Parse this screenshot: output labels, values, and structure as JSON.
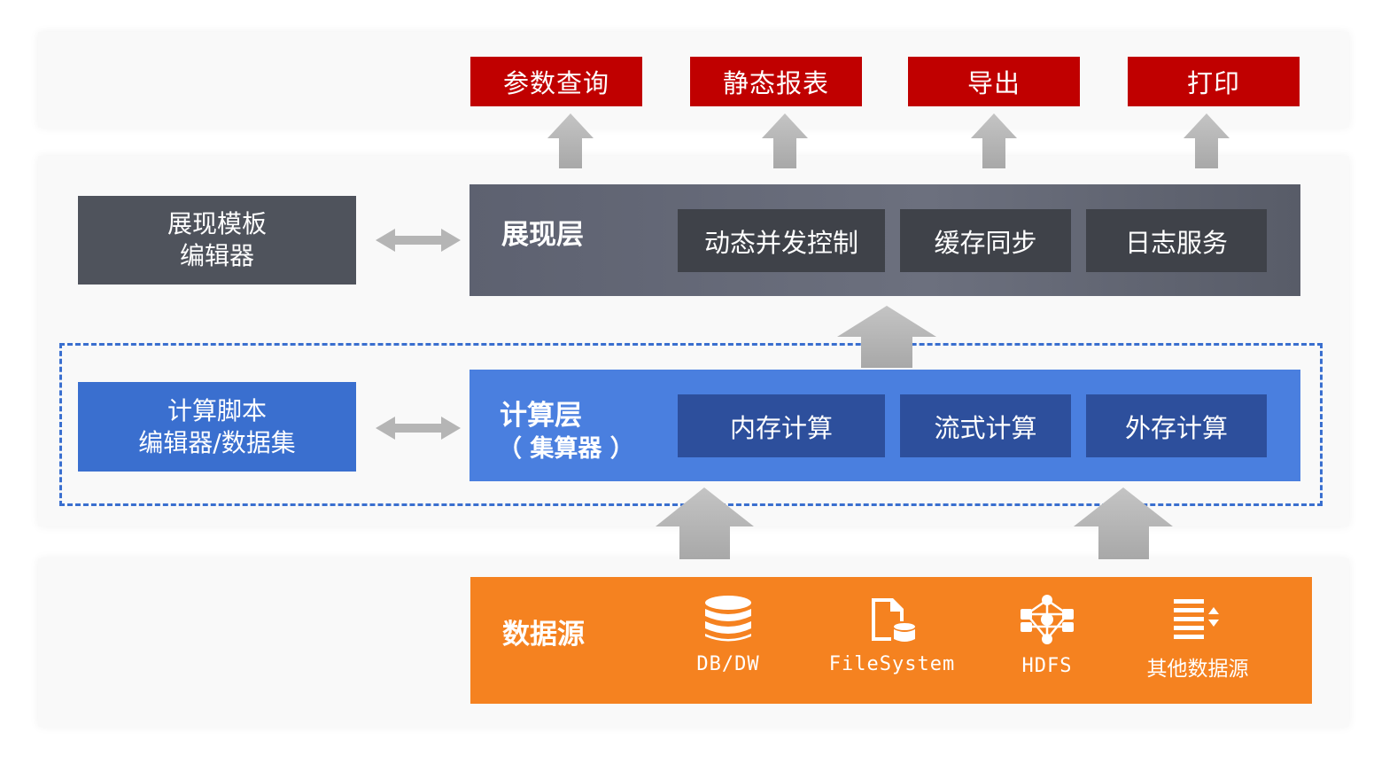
{
  "outputs": [
    {
      "label": "参数查询"
    },
    {
      "label": "静态报表"
    },
    {
      "label": "导出"
    },
    {
      "label": "打印"
    }
  ],
  "presentation_editor": {
    "line1": "展现模板",
    "line2": "编辑器"
  },
  "presentation_layer": {
    "title": "展现层",
    "modules": [
      "动态并发控制",
      "缓存同步",
      "日志服务"
    ]
  },
  "compute_editor": {
    "line1": "计算脚本",
    "line2": "编辑器/数据集"
  },
  "compute_layer": {
    "title": "计算层",
    "subtitle": "（ 集算器 ）",
    "modules": [
      "内存计算",
      "流式计算",
      "外存计算"
    ]
  },
  "datasource": {
    "title": "数据源",
    "items": [
      {
        "label": "DB/DW",
        "icon": "database-icon"
      },
      {
        "label": "FileSystem",
        "icon": "file-system-icon"
      },
      {
        "label": "HDFS",
        "icon": "hdfs-network-icon"
      },
      {
        "label": "其他数据源",
        "icon": "list-sort-icon"
      }
    ]
  },
  "colors": {
    "output_red": "#c00000",
    "presentation_gray": "#62666f",
    "compute_blue": "#4a7fdf",
    "compute_module": "#2d4f9c",
    "datasource_orange": "#f58220",
    "arrow_gray": "#b0b0b0",
    "dashed_border": "#3a6fcf"
  }
}
